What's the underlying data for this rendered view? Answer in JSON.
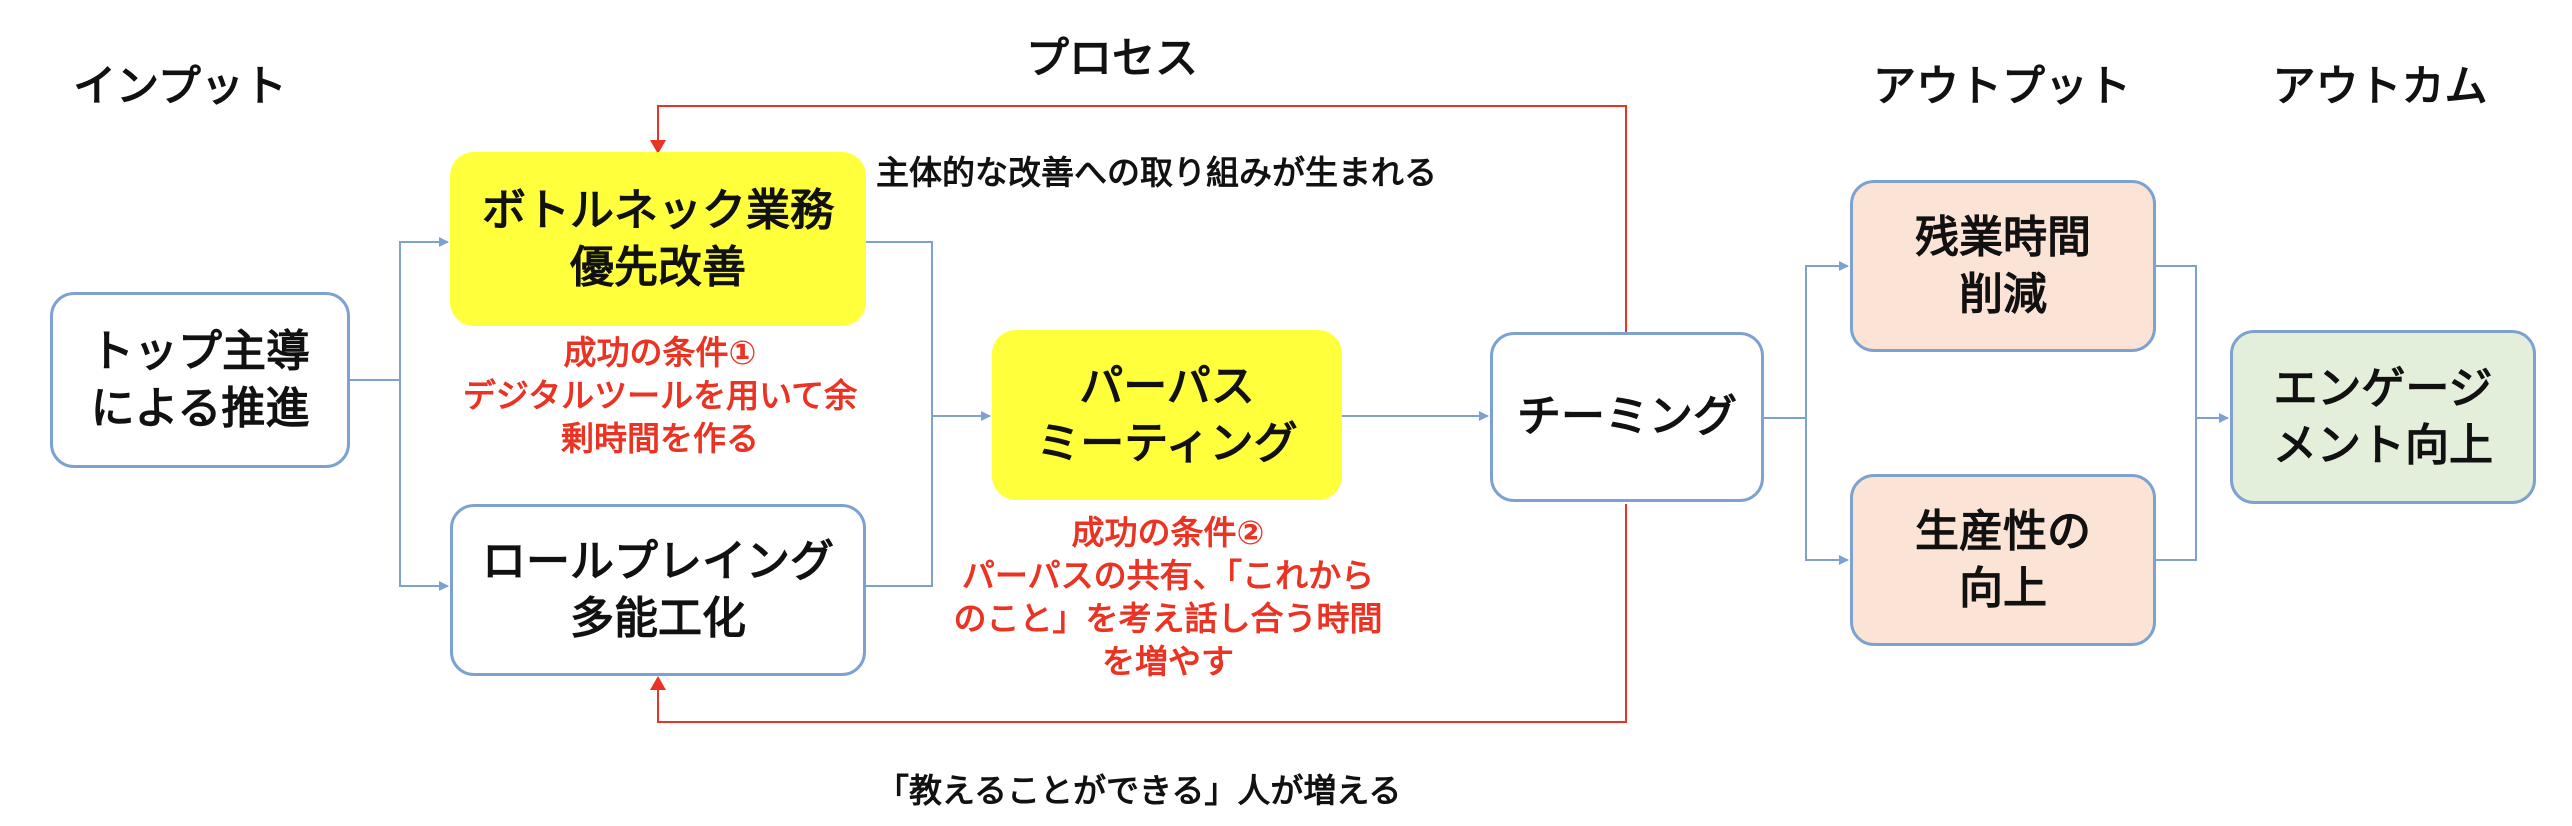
{
  "headers": {
    "input": "インプット",
    "process": "プロセス",
    "output": "アウトプット",
    "outcome": "アウトカム"
  },
  "nodes": {
    "top": [
      "トップ主導",
      "による推進"
    ],
    "bottleneck": [
      "ボトルネック業務",
      "優先改善"
    ],
    "roleplay": [
      "ロールプレイング",
      "多能工化"
    ],
    "purpose": [
      "パーパス",
      "ミーティング"
    ],
    "teaming": [
      "チーミング"
    ],
    "overtime": [
      "残業時間",
      "削減"
    ],
    "productivity": [
      "生産性の",
      "向上"
    ],
    "engagement": [
      "エンゲージ",
      "メント向上"
    ]
  },
  "conditions": {
    "c1": [
      "成功の条件①",
      "デジタルツールを用いて余",
      "剰時間を作る"
    ],
    "c2": [
      "成功の条件②",
      "パーパスの共有、「これから",
      "のこと」を考え話し合う時間",
      "を増やす"
    ]
  },
  "feedback": {
    "top": "主体的な改善への取り組みが生まれる",
    "bottom": "「教えることができる」人が増える"
  },
  "colors": {
    "connector": "#7ea2cf",
    "feedback": "#ea3323",
    "highlight": "#ffff3c",
    "output_fill": "#fbe4d6",
    "outcome_fill": "#e3efda"
  }
}
